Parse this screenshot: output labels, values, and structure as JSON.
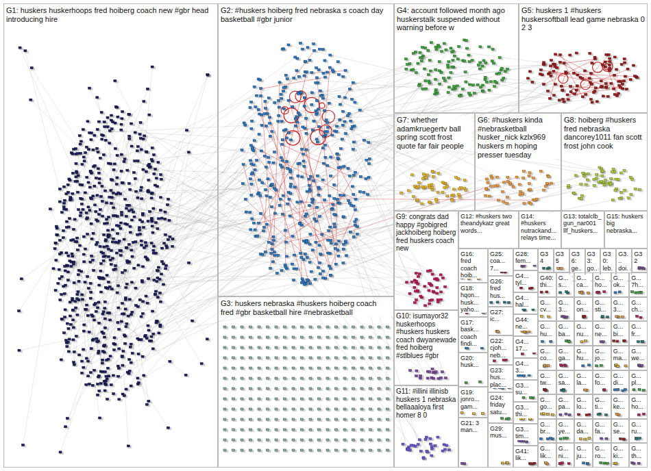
{
  "diagram": {
    "nodes": [
      {
        "text": [
          "G1: huskers huskerhoops fred hoiberg coach new #gbr head introducing hire"
        ]
      },
      {
        "text": [
          "G2: #huskers hoiberg fred nebraska s coach day basketball #gbr junior"
        ]
      },
      {
        "text": [
          "G3: huskers nebraska #huskers hoiberg coach fred #gbr basketball hire #nebrasketball"
        ]
      },
      {
        "text": [
          "G4: account followed month ago huskerstalk suspended without warning before w"
        ]
      },
      {
        "text": [
          "G5: huskers 1 #huskers huskersoftball lead game nebraska 0 2 3"
        ]
      },
      {
        "text": [
          "G7: whether adamkruegertv ball spring scott frost quote far fair people"
        ]
      },
      {
        "text": [
          "G6: #huskers kinda #nebrasketball husker_nick kzlx969 huskers m hoping presser tuesday"
        ]
      },
      {
        "text": [
          "G8: hoiberg #huskers fred nebraska dancorey1011 fan scott frost john cook"
        ]
      },
      {
        "text": [
          "G9: congrats dad happy #gobigred jackhoiberg hoiberg fred huskers coach new"
        ]
      },
      {
        "text": [
          "G10: isumayor32 huskerhoops #huskers huskers coach dwyanewade fred hoiberg #stlblues #gbr"
        ]
      },
      {
        "text": [
          "G11: #illini illinisb huskers 1 nebraska bellaaaloya first homer 8 0"
        ]
      },
      {
        "text": [
          "G12: #huskers two theandykatz great words..."
        ]
      },
      {
        "text": [
          "G14: #huskers nutrackand... relays time..."
        ]
      },
      {
        "text": [
          "G13: totalclb_ gun_nar001 llf_huskers..."
        ]
      },
      {
        "text": [
          "G15: huskers big nebraska..."
        ]
      },
      {
        "text": [
          "G16: fred coach hoib..."
        ]
      },
      {
        "text": [
          "G18: hqon... husk... yaho..."
        ]
      },
      {
        "text": [
          "G17: bask... coach findi..."
        ]
      },
      {
        "text": [
          "G20: husk..."
        ]
      },
      {
        "text": [
          "G19: jonro... gam..."
        ]
      },
      {
        "text": [
          "G21: 3 man..."
        ]
      },
      {
        "text": [
          "G25: coa... 7..."
        ]
      },
      {
        "text": [
          "G26: fred hus..."
        ]
      },
      {
        "text": [
          "G27: ic..."
        ]
      },
      {
        "text": [
          "G22: cjoh... neb..."
        ]
      },
      {
        "text": [
          "G23: hus... plac..."
        ]
      },
      {
        "text": [
          "G24: friday satu..."
        ]
      },
      {
        "text": [
          "G29: mus..."
        ]
      },
      {
        "text": [
          "G28: fem..."
        ]
      },
      {
        "text": [
          "G4... tyl..."
        ]
      },
      {
        "text": [
          "G4... hal..."
        ]
      },
      {
        "text": [
          "G44: ne..."
        ]
      },
      {
        "text": [
          "G4... 17..."
        ]
      },
      {
        "text": [
          "G4... 3..."
        ]
      },
      {
        "text": [
          "G3... su..."
        ]
      },
      {
        "text": [
          "G3... thi..."
        ]
      },
      {
        "text": [
          "G3... tim..."
        ]
      },
      {
        "text": [
          "G41: lik..."
        ]
      },
      {
        "text": [
          "G34"
        ]
      },
      {
        "text": [
          "G35"
        ]
      },
      {
        "text": [
          "G36: ge..."
        ]
      },
      {
        "text": [
          "G33: go..."
        ]
      },
      {
        "text": [
          "G30: leb..."
        ]
      },
      {
        "text": [
          "G3... doi..."
        ]
      },
      {
        "text": [
          "G32"
        ]
      },
      {
        "text": [
          "G40: thi..."
        ]
      },
      {
        "text": [
          "G... s..."
        ]
      },
      {
        "text": [
          "G... ca..."
        ]
      },
      {
        "text": [
          "G... ho..."
        ]
      },
      {
        "text": [
          "G... ok..."
        ]
      },
      {
        "text": [
          "G... 7h..."
        ]
      },
      {
        "text": [
          "G... cv..."
        ]
      },
      {
        "text": [
          "G... 3..."
        ]
      },
      {
        "text": [
          "G... on..."
        ]
      },
      {
        "text": [
          "G... sti..."
        ]
      },
      {
        "text": [
          "G... 3..."
        ]
      },
      {
        "text": [
          "G... ch..."
        ]
      },
      {
        "text": [
          "G... hu..."
        ]
      },
      {
        "text": [
          "G... ba..."
        ]
      },
      {
        "text": [
          "G... nu..."
        ]
      },
      {
        "text": [
          "G... ne..."
        ]
      },
      {
        "text": [
          "G... bi..."
        ]
      },
      {
        "text": [
          "G... fr..."
        ]
      },
      {
        "text": [
          "G... co..."
        ]
      },
      {
        "text": [
          "G... ga..."
        ]
      },
      {
        "text": [
          "G... hu..."
        ]
      },
      {
        "text": [
          "G... jo..."
        ]
      },
      {
        "text": [
          "G... ma..."
        ]
      },
      {
        "text": [
          "G... we..."
        ]
      },
      {
        "text": [
          "G... tw..."
        ]
      },
      {
        "text": [
          "G... sa..."
        ]
      },
      {
        "text": [
          "G... la..."
        ]
      },
      {
        "text": [
          "G... fo..."
        ]
      },
      {
        "text": [
          "G... di..."
        ]
      },
      {
        "text": [
          "G... pl..."
        ]
      },
      {
        "text": [
          "G... go..."
        ]
      },
      {
        "text": [
          "G... pa..."
        ]
      },
      {
        "text": [
          "G... lo..."
        ]
      },
      {
        "text": [
          "G... ti..."
        ]
      },
      {
        "text": [
          "G... ke..."
        ]
      },
      {
        "text": [
          "G... ho..."
        ]
      },
      {
        "text": [
          "G... br..."
        ]
      },
      {
        "text": [
          "G... ye..."
        ]
      },
      {
        "text": [
          "G... da..."
        ]
      },
      {
        "text": [
          "G... fa..."
        ]
      },
      {
        "text": [
          "G... se..."
        ]
      },
      {
        "text": [
          "G... ru..."
        ]
      },
      {
        "text": [
          "G... lik..."
        ]
      },
      {
        "text": [
          "G... ni..."
        ]
      },
      {
        "text": [
          "G... ju..."
        ]
      },
      {
        "text": [
          "G... ro..."
        ]
      },
      {
        "text": [
          "G... ki..."
        ]
      },
      {
        "text": [
          "G... th..."
        ]
      }
    ]
  }
}
